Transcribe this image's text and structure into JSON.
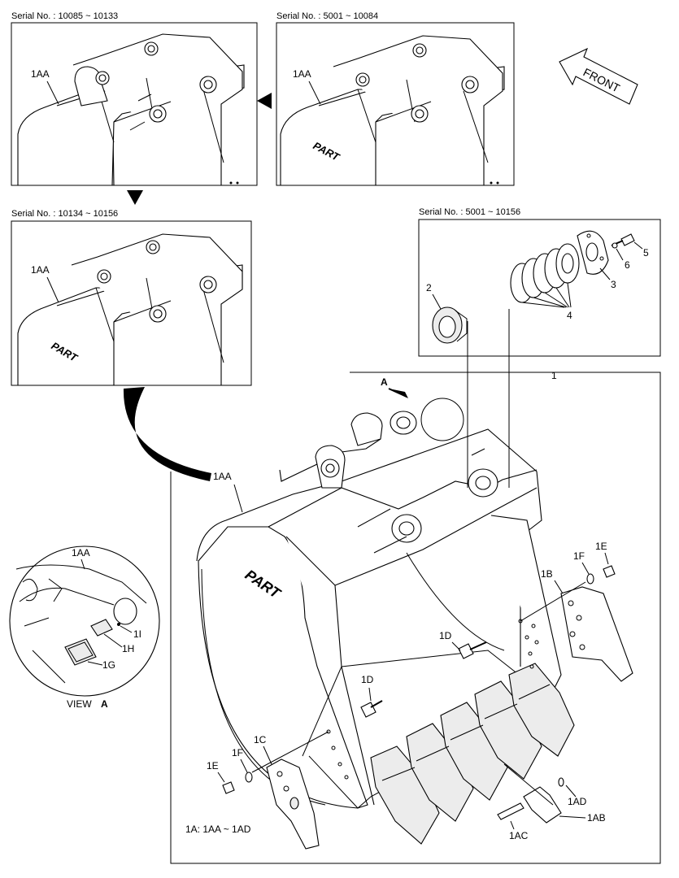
{
  "panels": {
    "top_left_serial": "Serial No. : 10085 ~ 10133",
    "top_right_serial": "Serial No. : 5001 ~ 10084",
    "mid_left_serial": "Serial No. : 10134 ~ 10156",
    "spring_serial": "Serial No. : 5001 ~ 10156"
  },
  "front_label": "FRONT",
  "view_label": "VIEW",
  "view_letter": "A",
  "arrow_a": "A",
  "brand": "PART",
  "part_labels": {
    "p1": "1",
    "p1aa_tl": "1AA",
    "p1aa_tr": "1AA",
    "p1aa_ml": "1AA",
    "p1aa_main": "1AA",
    "p1aa_view": "1AA",
    "p2": "2",
    "p3": "3",
    "p4": "4",
    "p5": "5",
    "p6": "6",
    "p1b": "1B",
    "p1c": "1C",
    "p1d_right": "1D",
    "p1d_left": "1D",
    "p1e_right": "1E",
    "p1e_left": "1E",
    "p1f_right": "1F",
    "p1f_left": "1F",
    "p1g": "1G",
    "p1h": "1H",
    "p1i": "1I",
    "p1ab": "1AB",
    "p1ac": "1AC",
    "p1ad": "1AD"
  },
  "footer_note": "1A: 1AA ~ 1AD"
}
